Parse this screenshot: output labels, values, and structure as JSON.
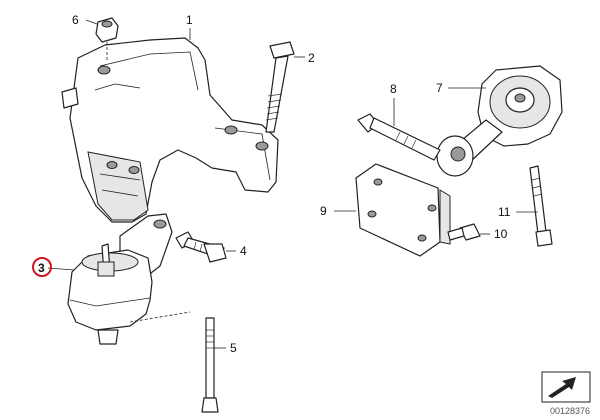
{
  "diagram": {
    "doc_id": "00128376",
    "selected_callout": "3",
    "selection_color": "#d0161e",
    "callouts": [
      "1",
      "2",
      "3",
      "4",
      "5",
      "6",
      "7",
      "8",
      "9",
      "10",
      "11"
    ],
    "icons": {
      "nav": "arrow-navigation-icon"
    }
  }
}
